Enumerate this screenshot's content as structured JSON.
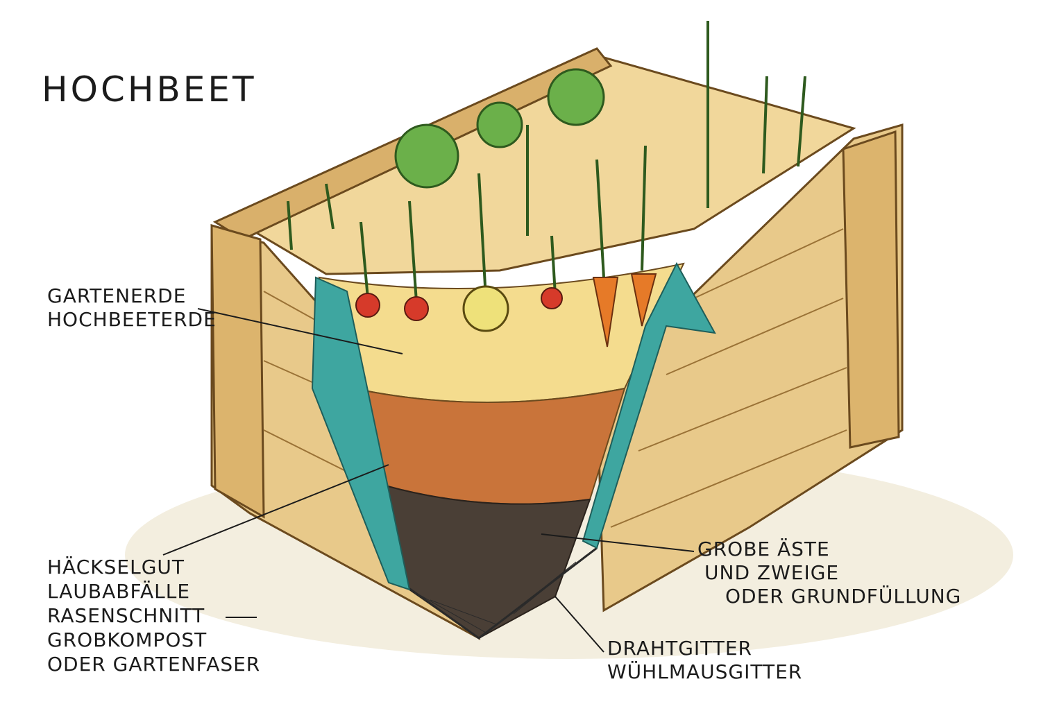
{
  "title": "HOCHBEET",
  "labels": {
    "topsoil": [
      "GARTENERDE",
      "HOCHBEETERDE"
    ],
    "organic_layer": [
      "HÄCKSELGUT",
      "LAUBABFÄLLE",
      "RASENSCHNITT",
      "GROBKOMPOST",
      "ODER GARTENFASER"
    ],
    "base_layer": [
      "GROBE ÄSTE",
      "UND ZWEIGE",
      "ODER GRUNDFÜLLUNG"
    ],
    "mesh": [
      "DRAHTGITTER",
      "WÜHLMAUSGITTER"
    ]
  },
  "colors": {
    "wood": "#e8c98a",
    "wood_dark": "#b98a45",
    "topsoil": "#f4dc8e",
    "organic": "#c9743a",
    "base": "#4a3f36",
    "liner": "#3ea6a0",
    "leaf": "#5a9a3a",
    "carrot": "#e67a28",
    "radish": "#d63a2a",
    "onion": "#eee17a"
  },
  "icons": [
    "wooden-raised-bed",
    "carrot-icon",
    "radish-icon",
    "onion-icon",
    "lettuce-icon",
    "wire-mesh"
  ]
}
